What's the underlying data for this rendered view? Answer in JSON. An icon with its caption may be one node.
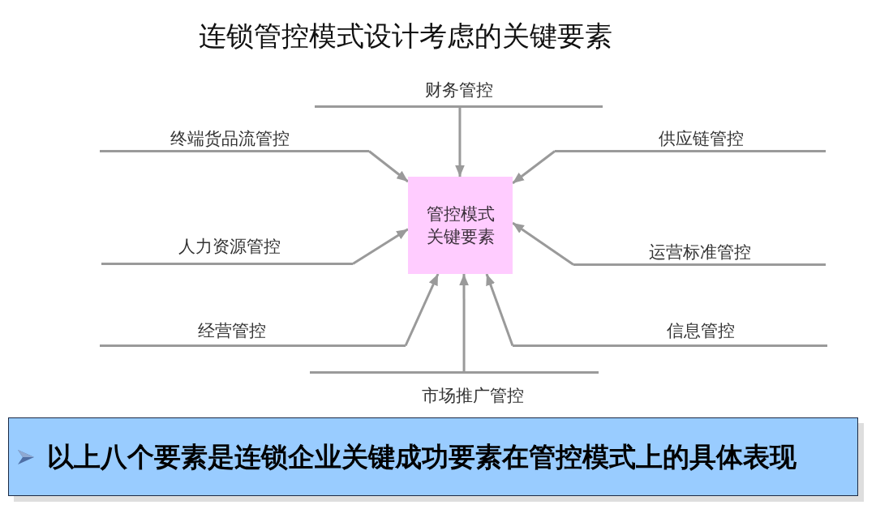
{
  "diagram": {
    "title": "连锁管控模式设计考虑的关键要素",
    "nodes": [
      {
        "text": [
          "财务管控"
        ]
      },
      {
        "text": [
          "终端货品流管控"
        ]
      },
      {
        "text": [
          "供应链管控"
        ]
      },
      {
        "text": [
          "管控模式关键要素"
        ]
      },
      {
        "text": [
          "人力资源管控"
        ]
      },
      {
        "text": [
          "运营标准管控"
        ]
      },
      {
        "text": [
          "经营管控"
        ]
      },
      {
        "text": [
          "信息管控"
        ]
      },
      {
        "text": [
          "市场推广管控"
        ]
      },
      {
        "text": [
          "以上八个要素是连锁企业关键成功要素在管控模式上的具体表现"
        ]
      }
    ],
    "edges": [
      {
        "from": 0,
        "to": 3,
        "arrow": "to"
      },
      {
        "from": 1,
        "to": 3,
        "arrow": "to"
      },
      {
        "from": 2,
        "to": 3,
        "arrow": "to"
      },
      {
        "from": 4,
        "to": 3,
        "arrow": "to"
      },
      {
        "from": 5,
        "to": 3,
        "arrow": "to"
      },
      {
        "from": 6,
        "to": 3,
        "arrow": "to"
      },
      {
        "from": 7,
        "to": 3,
        "arrow": "to"
      },
      {
        "from": 8,
        "to": 3,
        "arrow": "to"
      }
    ]
  }
}
